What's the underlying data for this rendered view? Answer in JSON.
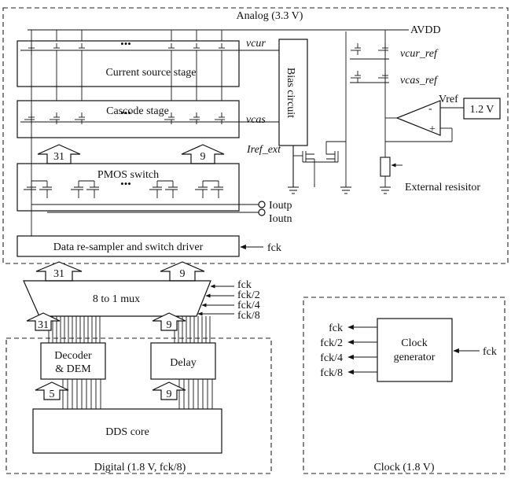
{
  "domains": {
    "analog": "Analog (3.3 V)",
    "digital": "Digital (1.8 V, fck/8)",
    "clock": "Clock (1.8 V)"
  },
  "analog": {
    "avdd": "AVDD",
    "current_source_stage": "Current source stage",
    "cascode_stage": "Cascode stage",
    "pmos_switch": "PMOS switch",
    "data_resampler": "Data  re-sampler and switch driver",
    "bias_circuit": "Bias circuit",
    "vcur": "vcur",
    "vcas": "vcas",
    "vcur_ref": "vcur_ref",
    "vcas_ref": "vcas_ref",
    "iref_ext": "Iref_ext",
    "vref": "Vref",
    "vref_value": "1.2 V",
    "external_resistor": "External resisitor",
    "ioutp": "Ioutp",
    "ioutn": "Ioutn",
    "fck": "fck",
    "bus_left": "31",
    "bus_right": "9",
    "op_plus": "+",
    "op_minus": "-",
    "dots": "•••"
  },
  "mux": {
    "label": "8 to 1 mux",
    "out_left": "31",
    "out_right": "9",
    "in_left": "31",
    "in_right": "9",
    "clocks": [
      "fck",
      "fck/2",
      "fck/4",
      "fck/8"
    ]
  },
  "digital": {
    "decoder": [
      "Decoder",
      "& DEM"
    ],
    "delay": "Delay",
    "dds_core": "DDS core",
    "bus_left": "5",
    "bus_right": "9"
  },
  "clock": {
    "generator": [
      "Clock",
      "generator"
    ],
    "input": "fck",
    "outputs": [
      "fck",
      "fck/2",
      "fck/4",
      "fck/8"
    ]
  }
}
